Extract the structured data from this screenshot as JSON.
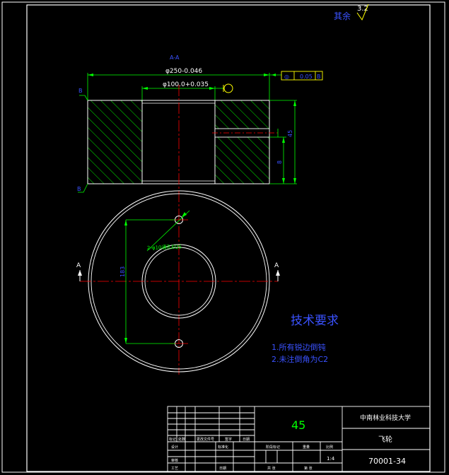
{
  "drawing": {
    "section_label": "A-A",
    "roughness_note": "其余",
    "roughness_value": "3.2",
    "dim_outer_diameter": "φ250-0.046",
    "dim_bore_diameter": "φ100.0+0.035",
    "dim_keyway_width": "8",
    "dim_height": "45",
    "dim_hole_spacing": "183",
    "dim_holes_note": "2-φ10通孔EQS",
    "tolerance_frame": [
      "◎",
      "0.05",
      "B"
    ],
    "datum_label": "B",
    "view_arrow_label": "A",
    "tech_req_title": "技术要求",
    "tech_req_items": [
      "1.所有锐边倒钝",
      "2.未注倒角为C2"
    ]
  },
  "title_block": {
    "material": "45",
    "school": "中南林业科技大学",
    "part_name": "飞轮",
    "drawing_no": "70001-34",
    "header_cells": [
      "标记",
      "处数",
      "更改文件号",
      "签字",
      "日期"
    ],
    "row_design": [
      "设计",
      "标准化"
    ],
    "row_review": [
      "审核"
    ],
    "row_process": [
      "工艺",
      "日期"
    ],
    "stage_cells": [
      "阶段标记",
      "重量",
      "比例"
    ],
    "scale": "1:4",
    "sheet_cells": [
      "共 张",
      "第 张"
    ]
  },
  "colors": {
    "outline": "#ffffff",
    "hatch": "#00ff00",
    "center_line": "#ff0000",
    "dimension": "#00ff00",
    "frame_yellow": "#ffff00",
    "text_blue": "#3a52ff"
  }
}
